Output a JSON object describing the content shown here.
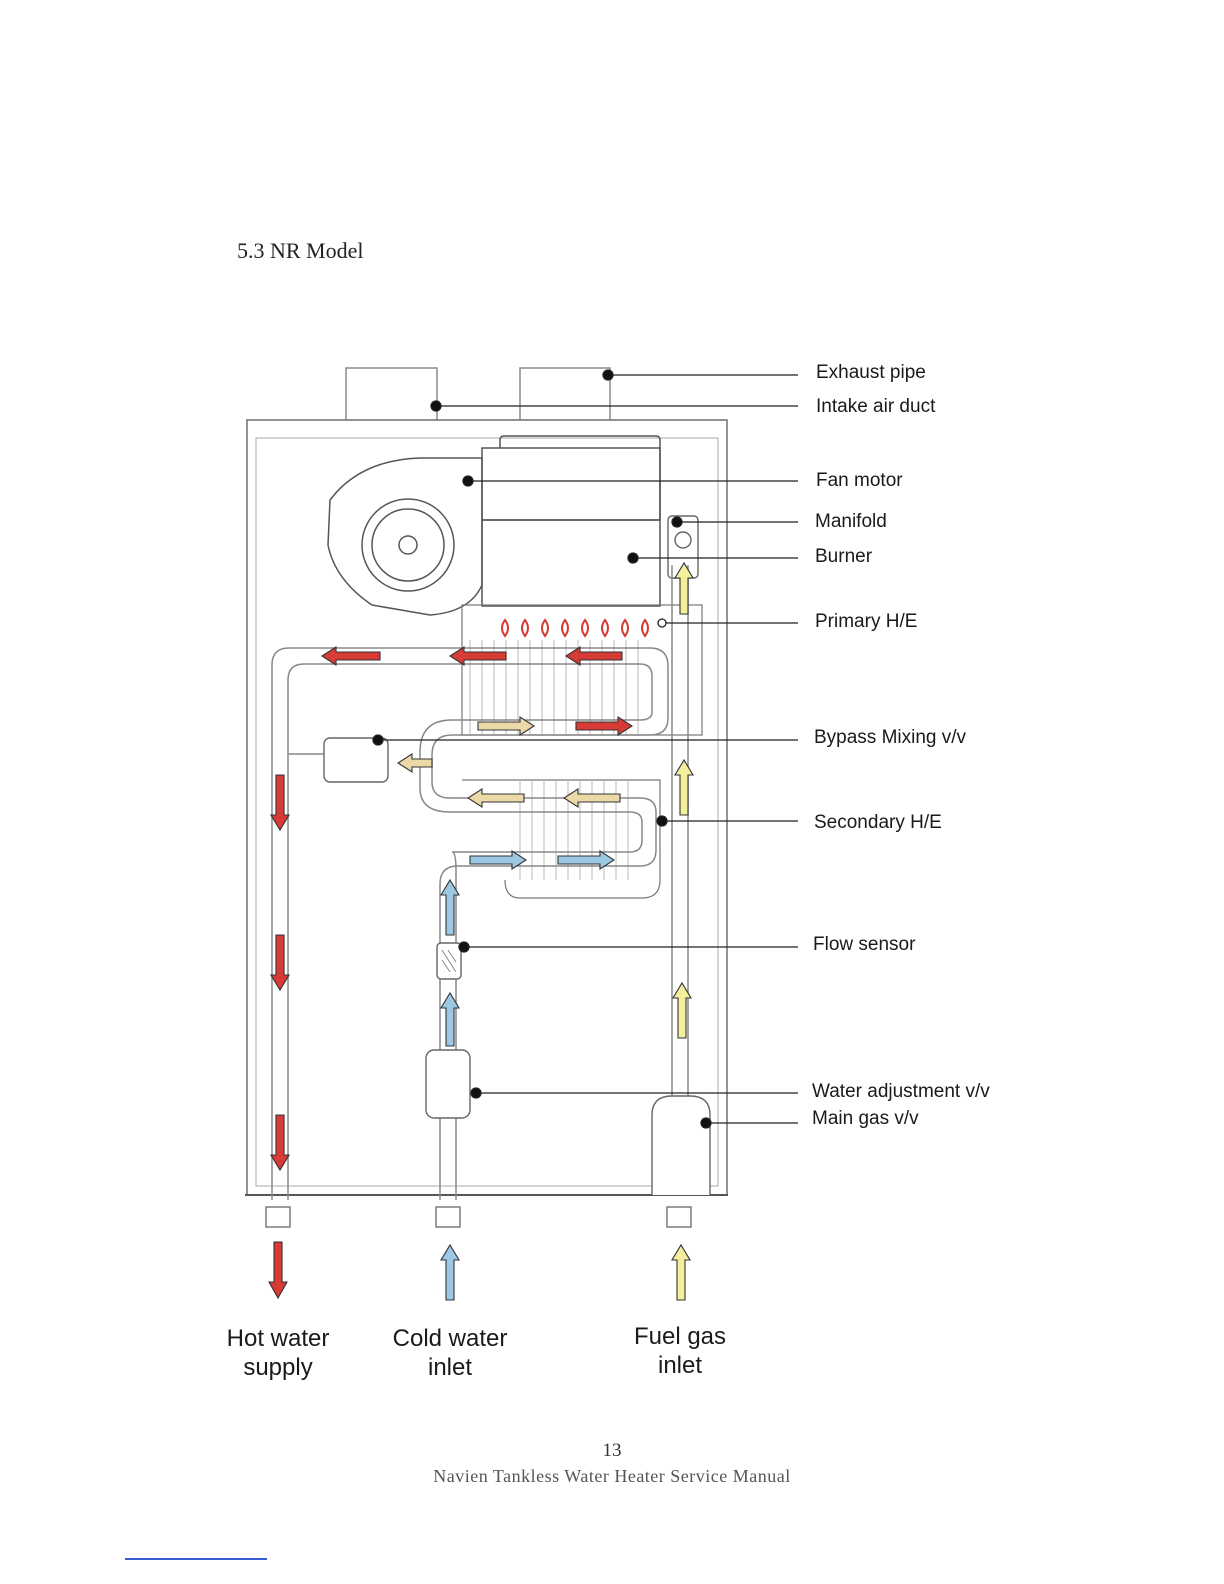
{
  "section_title": "5.3 NR Model",
  "callouts": [
    {
      "id": "exhaust-pipe",
      "label": "Exhaust pipe"
    },
    {
      "id": "intake-air-duct",
      "label": "Intake air duct"
    },
    {
      "id": "fan-motor",
      "label": "Fan motor"
    },
    {
      "id": "manifold",
      "label": "Manifold"
    },
    {
      "id": "burner",
      "label": "Burner"
    },
    {
      "id": "primary-he",
      "label": "Primary H/E"
    },
    {
      "id": "bypass-mixing-vv",
      "label": "Bypass Mixing v/v"
    },
    {
      "id": "secondary-he",
      "label": "Secondary H/E"
    },
    {
      "id": "flow-sensor",
      "label": "Flow sensor"
    },
    {
      "id": "water-adjustment-vv",
      "label": "Water adjustment v/v"
    },
    {
      "id": "main-gas-vv",
      "label": "Main gas v/v"
    }
  ],
  "io": {
    "hot_water": {
      "line1": "Hot water",
      "line2": "supply"
    },
    "cold_water": {
      "line1": "Cold water",
      "line2": "inlet"
    },
    "fuel_gas": {
      "line1": "Fuel gas",
      "line2": "inlet"
    }
  },
  "colors": {
    "hot": "#d83a35",
    "warm": "#ecd9a8",
    "cold": "#9cc8e4",
    "gas": "#f3ef9c",
    "line": "#333333",
    "faint": "#9a9a9a"
  },
  "footer": {
    "page_number": "13",
    "manual_title": "Navien Tankless Water Heater Service Manual"
  }
}
